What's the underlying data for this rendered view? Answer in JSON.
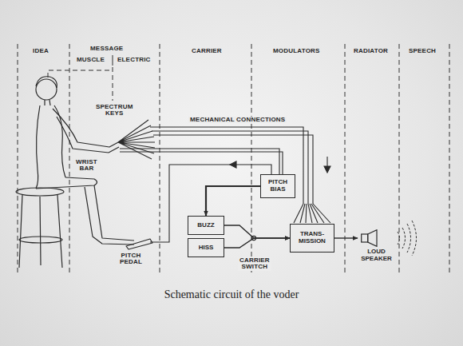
{
  "diagram": {
    "caption": "Schematic circuit of the voder",
    "nodes": [
      {
        "text": [
          "PITCH BIAS"
        ]
      },
      {
        "text": [
          "BUZZ"
        ]
      },
      {
        "text": [
          "HISS"
        ]
      },
      {
        "text": [
          "TRANS- MISSION"
        ]
      },
      {
        "text": [
          "LOUD SPEAKER"
        ]
      }
    ],
    "edges": [
      {
        "from": 0,
        "to": 1,
        "arrow": "to"
      },
      {
        "from": 1,
        "to": 3,
        "arrow": "to"
      },
      {
        "from": 2,
        "to": 3,
        "arrow": "to"
      },
      {
        "from": 3,
        "to": 4,
        "arrow": "to"
      }
    ],
    "labels": [
      "IDEA",
      "MESSAGE",
      "MUSCLE",
      "ELECTRIC",
      "CARRIER",
      "MODULATORS",
      "RADIATOR",
      "SPEECH",
      "SPECTRUM KEYS",
      "MECHANICAL CONNECTIONS",
      "WRIST BAR",
      "PITCH PEDAL",
      "CARRIER SWITCH"
    ]
  }
}
